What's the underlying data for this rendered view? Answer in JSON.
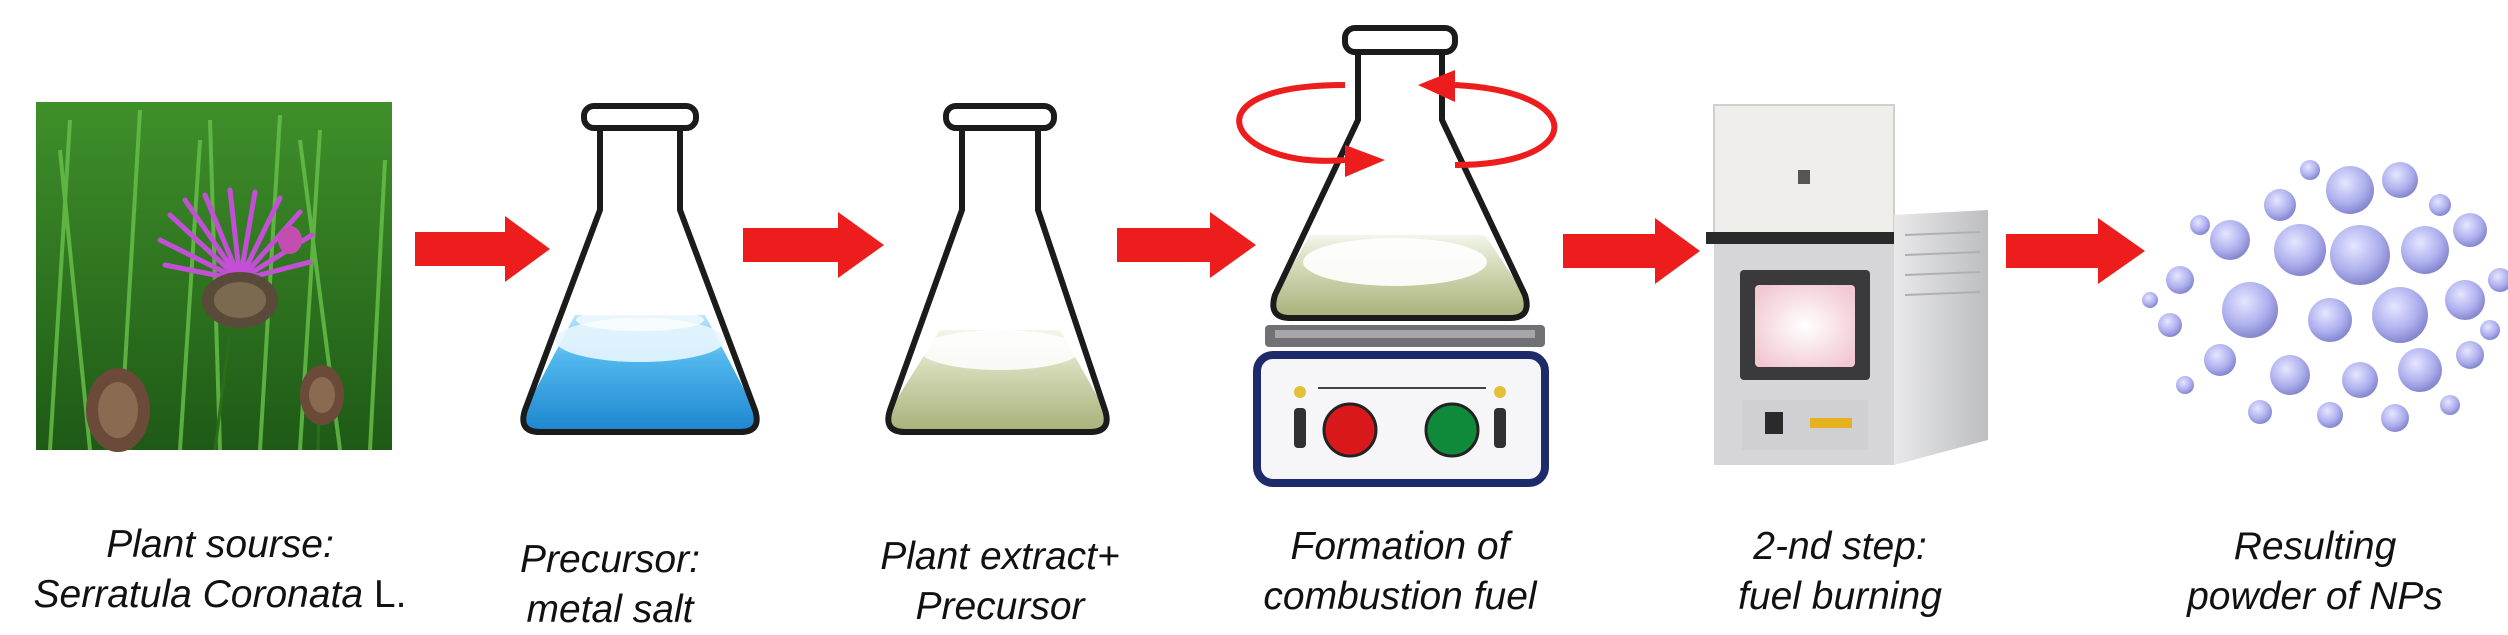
{
  "steps": [
    {
      "id": "plant",
      "line1": "Plant sourse:",
      "line2_italic": "Serratula Coronata",
      "line2_suffix": " L."
    },
    {
      "id": "precursor",
      "line1": "Precursor:",
      "line2_italic": "metal salt",
      "line2_suffix": ""
    },
    {
      "id": "mix",
      "line1": "Plant extract+",
      "line2_italic": "Precursor",
      "line2_suffix": ""
    },
    {
      "id": "formation",
      "line1": "Formation of",
      "line2_italic": "combustion fuel",
      "line2_suffix": ""
    },
    {
      "id": "burning",
      "line1": "2-nd step:",
      "line2_italic": "fuel burning",
      "line2_suffix": ""
    },
    {
      "id": "result",
      "line1": "Resulting",
      "line2_italic": "powder of NPs",
      "line2_suffix": ""
    }
  ],
  "colors": {
    "arrow": "#ee1d1d",
    "precursor_liquid": "#33a7ea",
    "extract_liquid": "#c8d3a6",
    "flask_outline": "#1b1b1b",
    "knob_left": "#d9181c",
    "knob_right": "#0f8a3b",
    "particles": "#b7b6f0"
  },
  "icons": [
    "photo-of-thistle",
    "flask-icon",
    "hot-plate-stirrer-icon",
    "muffle-furnace-icon",
    "nanoparticles-icon",
    "rotation-arrow-icon"
  ]
}
